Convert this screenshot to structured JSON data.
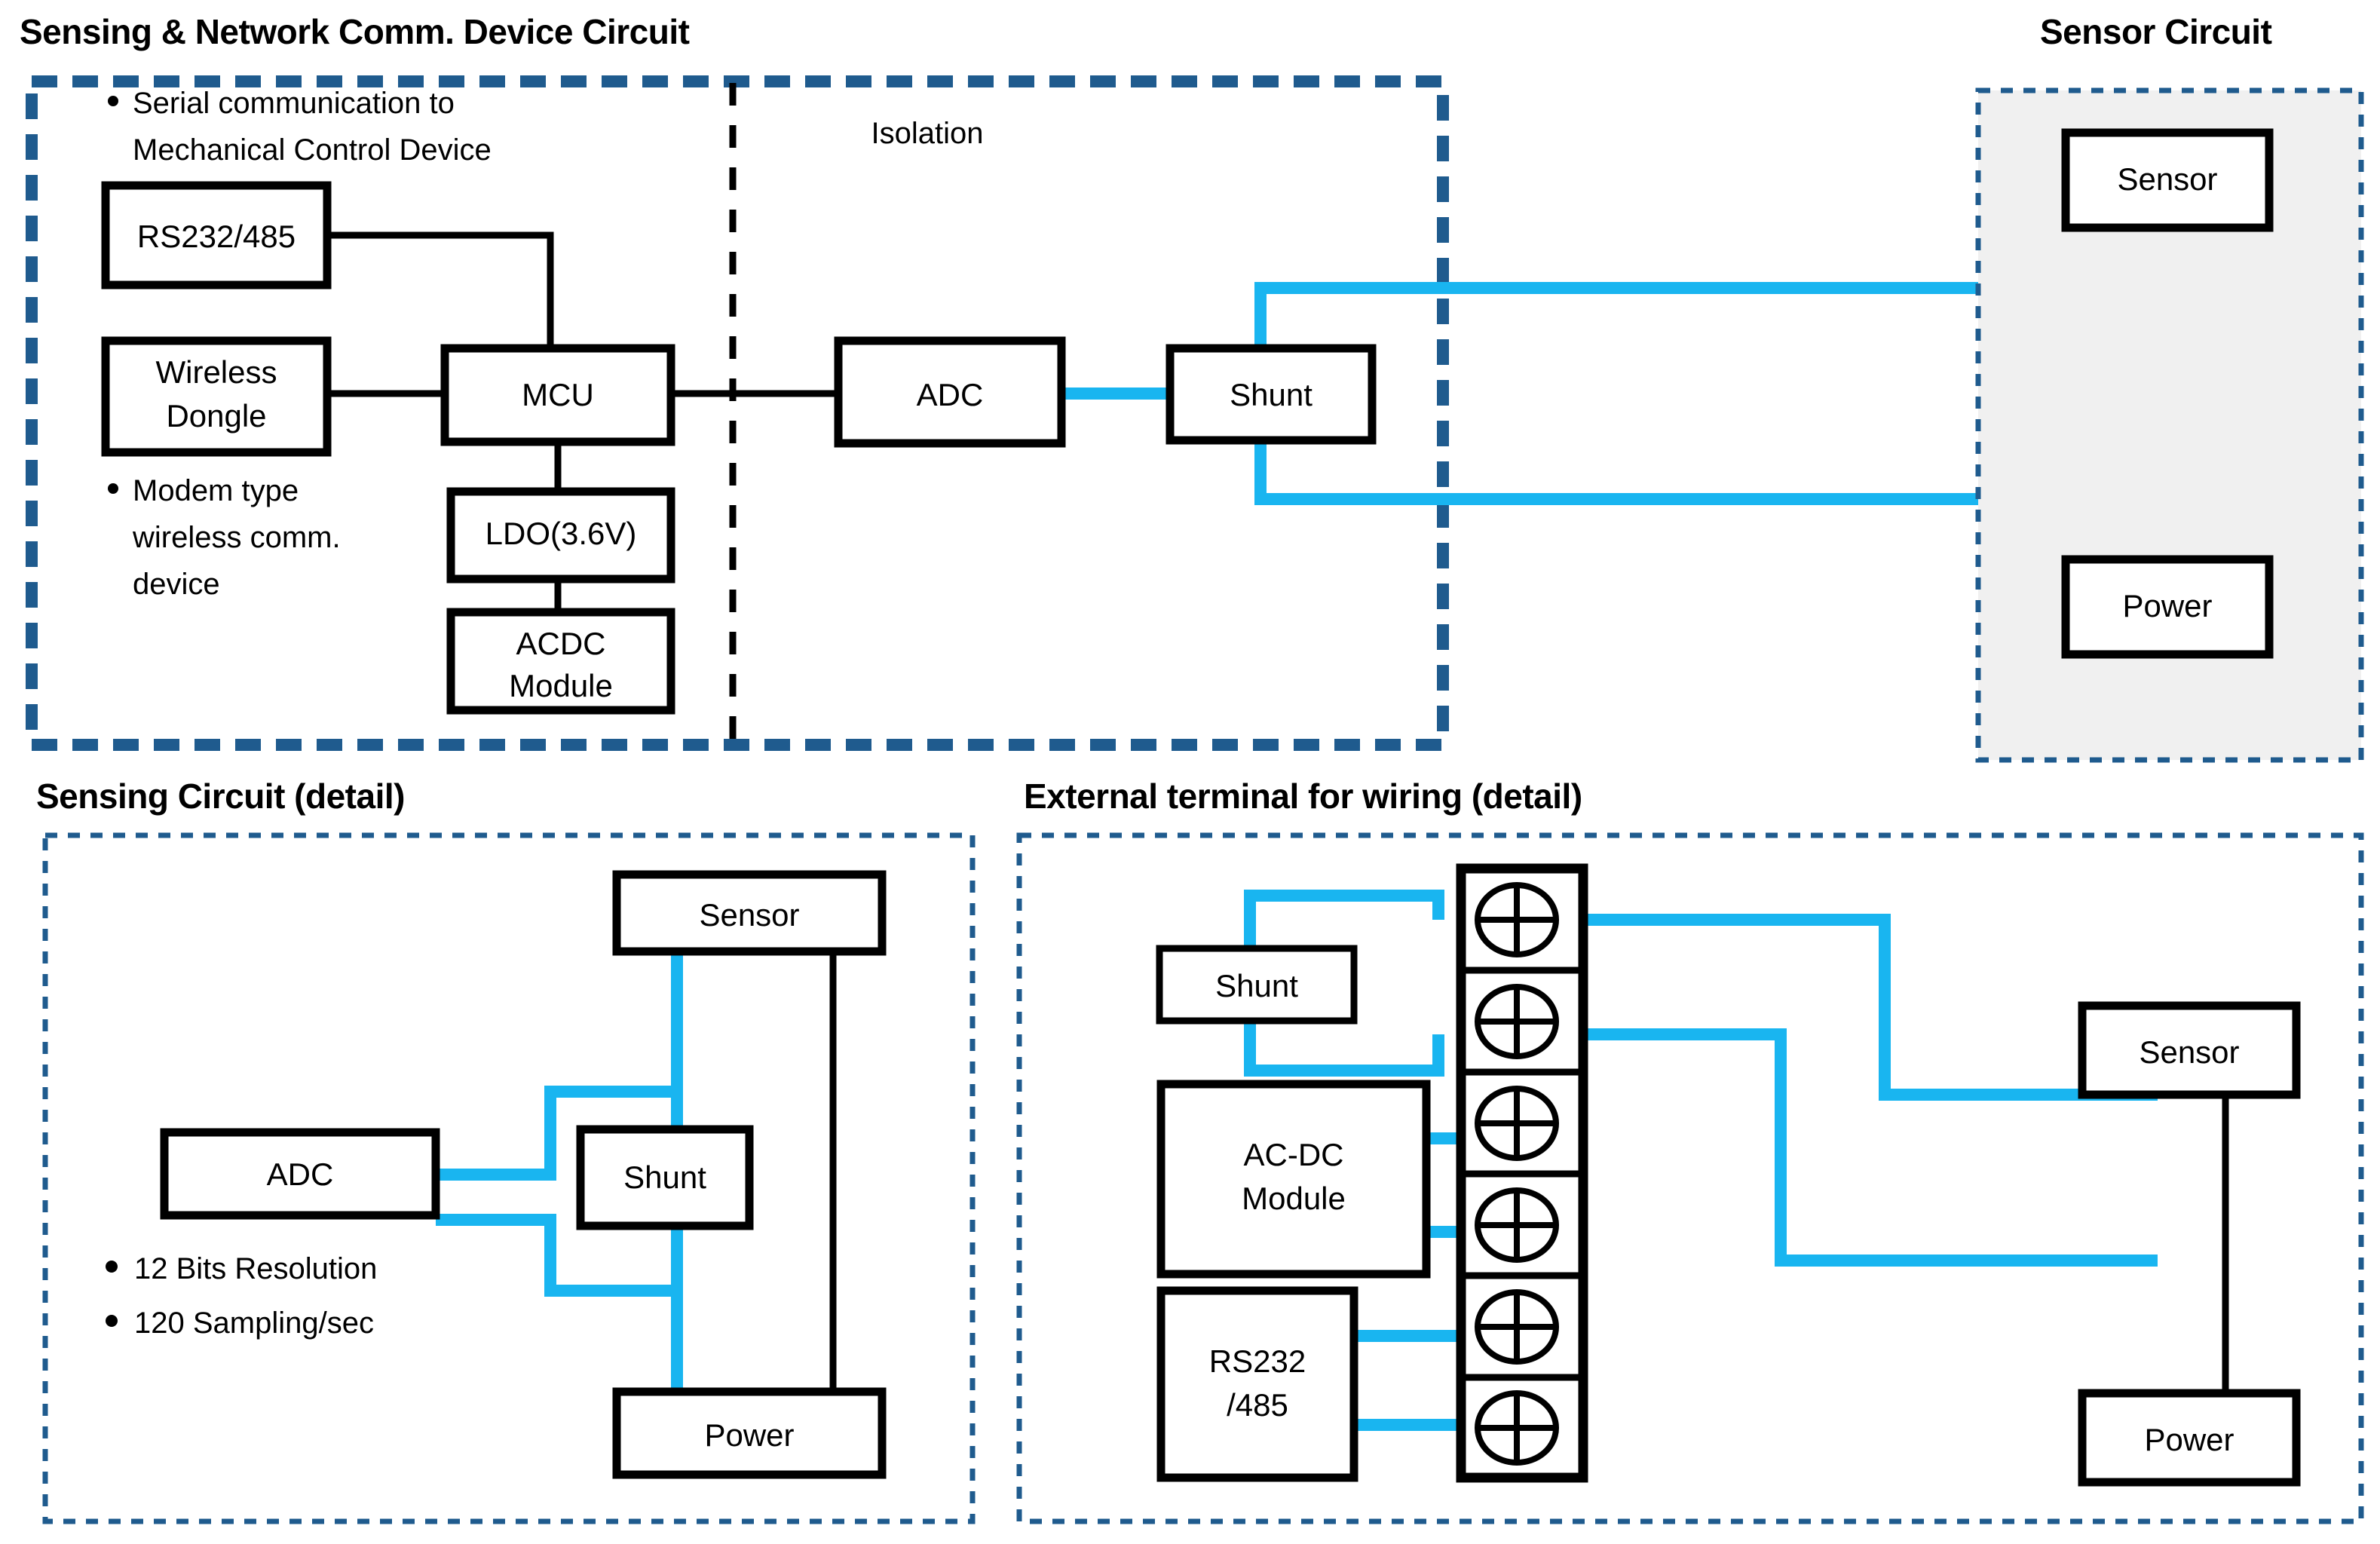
{
  "diagram": {
    "title_top_left": "Sensing & Network Comm. Device Circuit",
    "title_top_right": "Sensor Circuit",
    "title_bottom_left": "Sensing Circuit (detail)",
    "title_bottom_right": "External terminal for wiring  (detail)"
  },
  "colors": {
    "signal_wire": "#19B5F0",
    "power_wire": "#000000",
    "panel_border": "#1F5B8E",
    "panel_fill": "#F0F0F0"
  },
  "top_left_panel": {
    "isolation_label": "Isolation",
    "notes": [
      "Serial communication to",
      "Mechanical Control Device",
      "Modem type",
      "wireless comm.",
      "device"
    ],
    "note_1_line_1": "Serial communication to",
    "note_1_line_2": "Mechanical Control Device",
    "note_2_line_1": "Modem type",
    "note_2_line_2": "wireless comm.",
    "note_2_line_3": "device",
    "blocks": {
      "rs232": "RS232/485",
      "wireless_line_1": "Wireless",
      "wireless_line_2": "Dongle",
      "mcu": "MCU",
      "ldo": "LDO(3.6V)",
      "acdc_line_1": "ACDC",
      "acdc_line_2": "Module",
      "adc": "ADC",
      "shunt": "Shunt"
    }
  },
  "top_right_panel": {
    "blocks": {
      "sensor": "Sensor",
      "power": "Power"
    }
  },
  "bottom_left_panel": {
    "blocks": {
      "sensor": "Sensor",
      "adc": "ADC",
      "shunt": "Shunt",
      "power": "Power"
    },
    "bullets": [
      "12 Bits Resolution",
      "120 Sampling/sec"
    ],
    "bullet_1": "12 Bits Resolution",
    "bullet_2": "120 Sampling/sec"
  },
  "bottom_right_panel": {
    "blocks": {
      "shunt": "Shunt",
      "acdc_line_1": "AC-DC",
      "acdc_line_2": "Module",
      "rs232_line_1": "RS232",
      "rs232_line_2": "/485",
      "sensor": "Sensor",
      "power": "Power"
    },
    "terminal_count": 6
  }
}
